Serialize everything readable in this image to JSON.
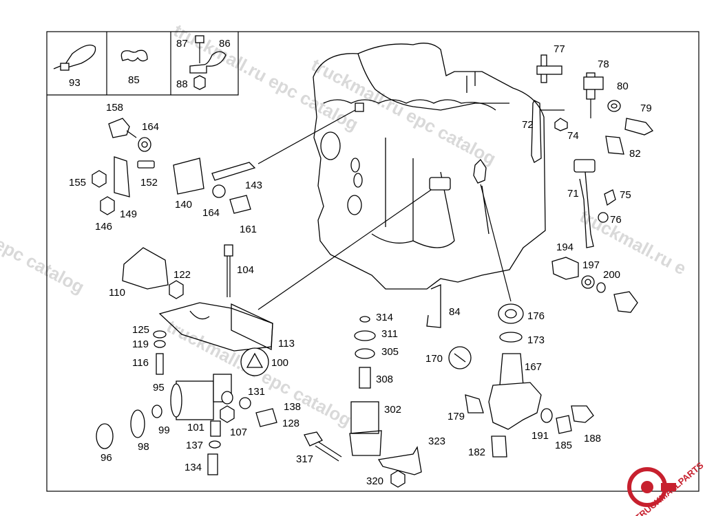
{
  "watermark": {
    "text1": "truckmall.ru epc catalog",
    "text2": "truckmall.ru epc catalog",
    "text3": "epc catalog",
    "text4": "truckmall.ru e",
    "text5": "truckmall.ru epc catalog"
  },
  "logo": {
    "text": "TRUCKMALLPARTS",
    "text_color": "#c7202e",
    "gear_color": "#c7202e"
  },
  "inset_labels": [
    "93",
    "85",
    "87",
    "86",
    "88"
  ],
  "labels": {
    "l77": "77",
    "l78": "78",
    "l80": "80",
    "l79": "79",
    "l72": "72",
    "l74": "74",
    "l82": "82",
    "l71": "71",
    "l75": "75",
    "l76": "76",
    "l158": "158",
    "l164a": "164",
    "l155": "155",
    "l152": "152",
    "l146": "146",
    "l149": "149",
    "l140": "140",
    "l143": "143",
    "l164b": "164",
    "l161": "161",
    "l194": "194",
    "l197": "197",
    "l200": "200",
    "l110": "110",
    "l122": "122",
    "l104": "104",
    "l113": "113",
    "l125": "125",
    "l119": "119",
    "l116": "116",
    "l100": "100",
    "l95": "95",
    "l131": "131",
    "l138": "138",
    "l128": "128",
    "l96": "96",
    "l98": "98",
    "l99": "99",
    "l101": "101",
    "l107": "107",
    "l137": "137",
    "l134": "134",
    "l314": "314",
    "l311": "311",
    "l305": "305",
    "l308": "308",
    "l302": "302",
    "l317": "317",
    "l323": "323",
    "l320": "320",
    "l84": "84",
    "l176": "176",
    "l173": "173",
    "l170": "170",
    "l167": "167",
    "l179": "179",
    "l191": "191",
    "l185": "185",
    "l188": "188",
    "l182": "182"
  }
}
